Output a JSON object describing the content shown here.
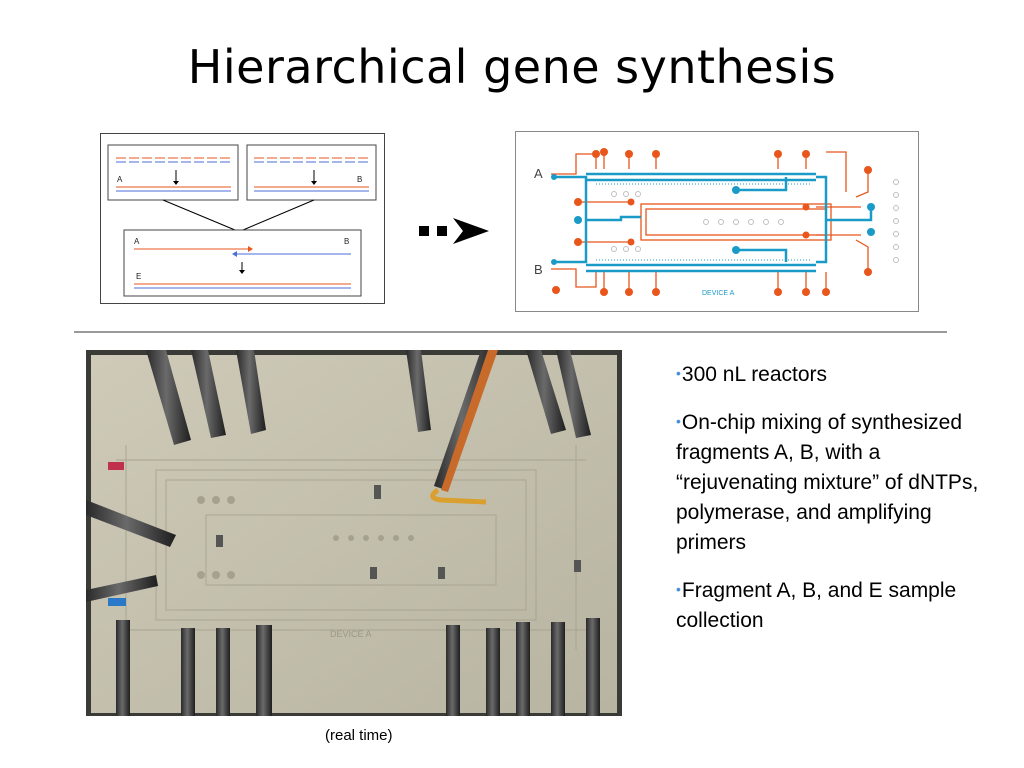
{
  "title": "Hierarchical gene synthesis",
  "left_diagram": {
    "box1_labels": [
      "A",
      "B"
    ],
    "box3_labels": [
      "A",
      "B",
      "E"
    ]
  },
  "device": {
    "inlet_a": "A",
    "inlet_b": "B",
    "name": "DEVICE A"
  },
  "photo": {
    "caption": "(real time)"
  },
  "bullets": [
    "300 nL reactors",
    "On-chip mixing of synthesized fragments A, B, with a “rejuvenating mixture” of dNTPs, polymerase, and amplifying primers",
    "Fragment A, B, and E sample collection"
  ],
  "colors": {
    "orange": "#e8561c",
    "blue": "#1a9bc7",
    "bullet": "#4a90d9"
  }
}
